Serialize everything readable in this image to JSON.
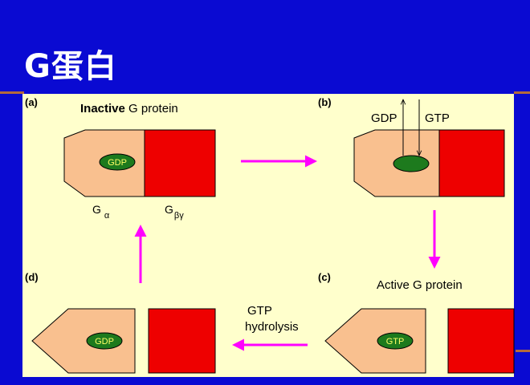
{
  "title": "G蛋白",
  "panels": {
    "a": {
      "label": "(a)",
      "heading_bold": "Inactive",
      "heading_rest": " G protein",
      "nucleotide": "GDP"
    },
    "b": {
      "label": "(b)",
      "exchange_out": "GDP",
      "exchange_in": "GTP"
    },
    "c": {
      "label": "(c)",
      "heading": "Active G protein",
      "nucleotide": "GTP"
    },
    "d": {
      "label": "(d)",
      "nucleotide": "GDP"
    }
  },
  "subunits": {
    "alpha": {
      "letter": "G",
      "subscript": "α"
    },
    "betagamma": {
      "letter": "G",
      "subscript": "βγ"
    }
  },
  "hydrolysis_label": {
    "line1": "GTP",
    "line2": "hydrolysis"
  },
  "colors": {
    "background": "#0a0ad2",
    "panel": "#ffffcc",
    "alpha_subunit": "#f9c08f",
    "betagamma_subunit": "#ee0000",
    "nucleotide": "#1d7a1d",
    "nucleotide_text": "#ffff66",
    "arrow": "#ff00ff"
  }
}
